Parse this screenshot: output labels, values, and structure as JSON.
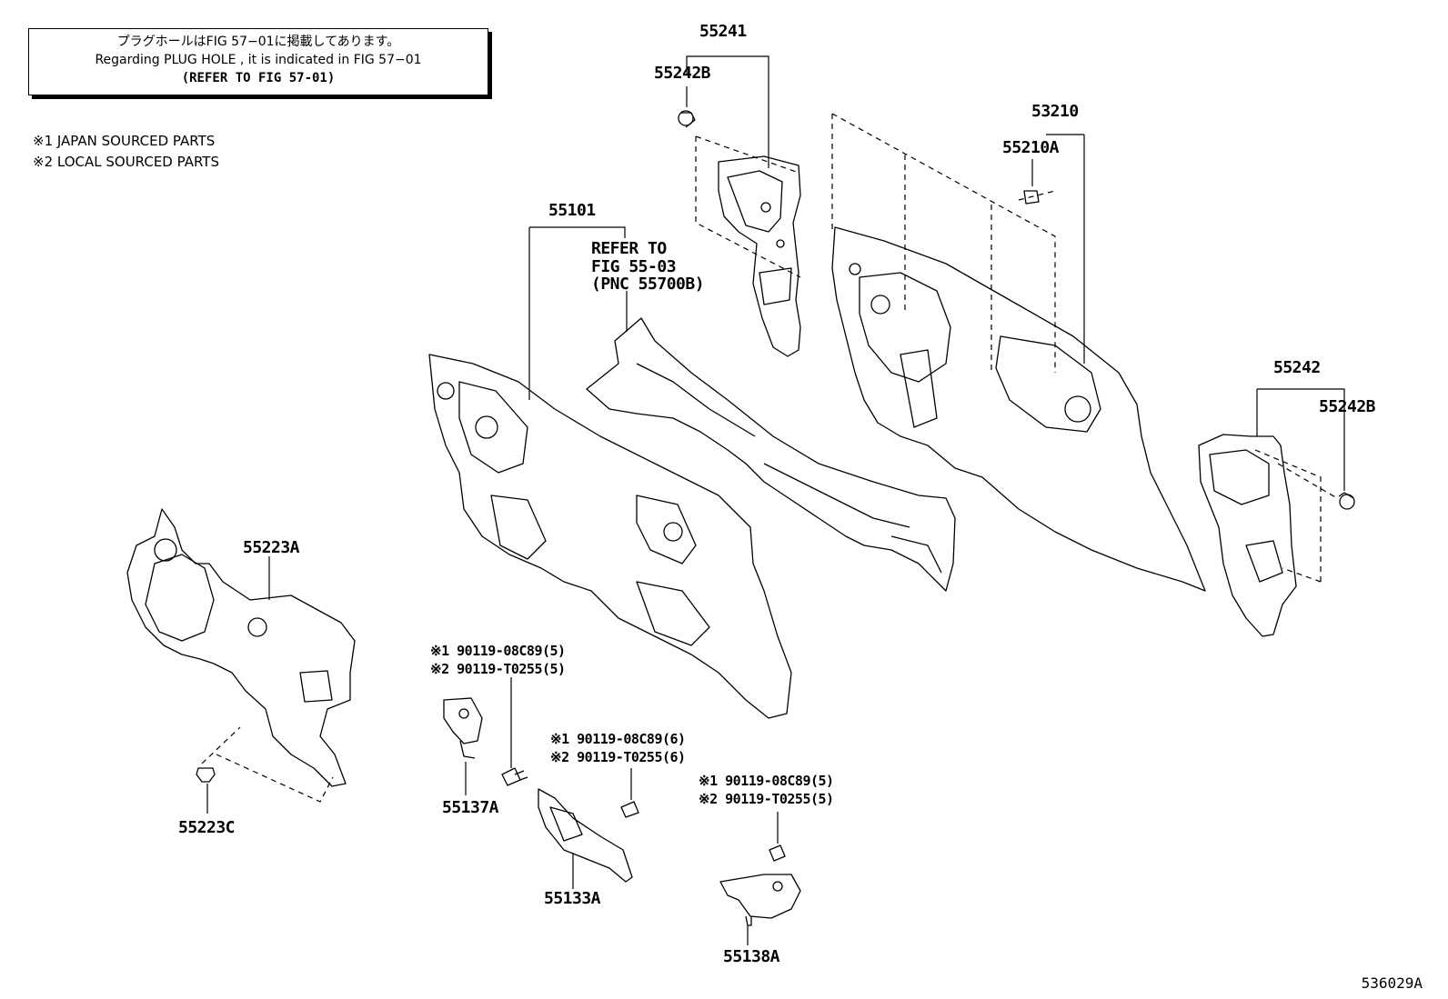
{
  "note": {
    "line_jp": "プラグホールはFIG 57−01に掲載してあります。",
    "line_en": "Regarding  PLUG  HOLE , it is indicated in FIG 57−01",
    "line_ref": "(REFER TO FIG 57-01)"
  },
  "legend": [
    "※1 JAPAN SOURCED PARTS",
    "※2 LOCAL SOURCED PARTS"
  ],
  "labels": {
    "p55241": "55241",
    "p55242B_top": "55242B",
    "p53210": "53210",
    "p55210A": "55210A",
    "p55101": "55101",
    "refer1": "REFER TO",
    "refer2": "FIG 55-03",
    "refer3": "(PNC 55700B)",
    "p55242": "55242",
    "p55242B_right": "55242B",
    "p55223A": "55223A",
    "p55223C": "55223C",
    "bolt1a": "※1 90119-08C89(5)",
    "bolt1b": "※2 90119-T0255(5)",
    "p55137A": "55137A",
    "bolt2a": "※1 90119-08C89(6)",
    "bolt2b": "※2 90119-T0255(6)",
    "p55133A": "55133A",
    "bolt3a": "※1 90119-08C89(5)",
    "bolt3b": "※2 90119-T0255(5)",
    "p55138A": "55138A"
  },
  "figure_id": "536029A"
}
